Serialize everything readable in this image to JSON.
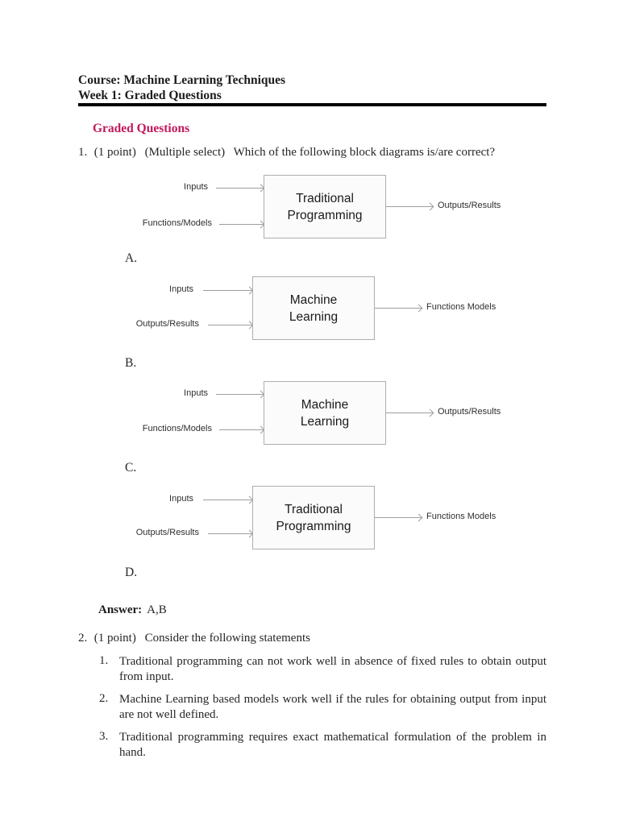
{
  "header": {
    "line1": "Course: Machine Learning Techniques",
    "line2": "Week 1: Graded Questions"
  },
  "section_title": "Graded Questions",
  "accent_color": "#c2185b",
  "q1": {
    "number": "1.",
    "points": "(1 point)",
    "tag": "(Multiple select)",
    "text": "Which of the following block diagrams is/are correct?",
    "diagrams": [
      {
        "letter": "A.",
        "inputs": [
          "Inputs",
          "Functions/Models"
        ],
        "box": "Traditional Programming",
        "output": "Outputs/Results"
      },
      {
        "letter": "B.",
        "inputs": [
          "Inputs",
          "Outputs/Results"
        ],
        "box": "Machine Learning",
        "output": "Functions Models"
      },
      {
        "letter": "C.",
        "inputs": [
          "Inputs",
          "Functions/Models"
        ],
        "box": "Machine Learning",
        "output": "Outputs/Results"
      },
      {
        "letter": "D.",
        "inputs": [
          "Inputs",
          "Outputs/Results"
        ],
        "box": "Traditional Programming",
        "output": "Functions Models"
      }
    ],
    "answer_label": "Answer:",
    "answer_value": "A,B"
  },
  "q2": {
    "number": "2.",
    "points": "(1 point)",
    "text": "Consider the following statements",
    "statements": [
      {
        "number": "1.",
        "text": "Traditional programming can not work well in absence of fixed rules to obtain output from input."
      },
      {
        "number": "2.",
        "text": "Machine Learning based models work well if the rules for obtaining output from input are not well defined."
      },
      {
        "number": "3.",
        "text": "Traditional programming requires exact mathematical formulation of the problem in hand."
      }
    ]
  }
}
